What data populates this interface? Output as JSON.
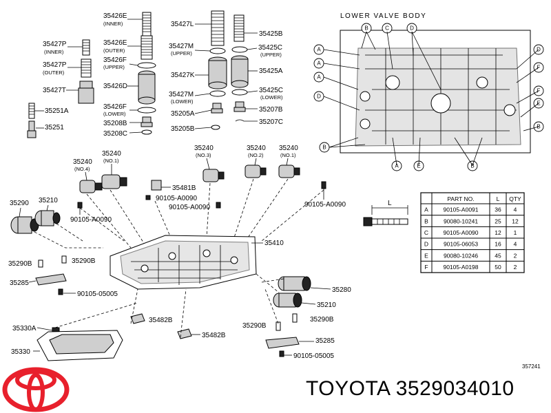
{
  "page_title": "TOYOTA 3529034010",
  "reference_code": "357241",
  "valve_body_view": {
    "title": "LOWER VALVE BODY",
    "callout_letters": [
      "A",
      "B",
      "C",
      "D",
      "E",
      "F"
    ]
  },
  "parts_table": {
    "headers": [
      "PART NO.",
      "L",
      "QTY"
    ],
    "dimension_label": "L",
    "rows": [
      {
        "key": "A",
        "part_no": "90105-A0091",
        "length": "36",
        "qty": "4"
      },
      {
        "key": "B",
        "part_no": "90080-10241",
        "length": "25",
        "qty": "12"
      },
      {
        "key": "C",
        "part_no": "90105-A0090",
        "length": "12",
        "qty": "1"
      },
      {
        "key": "D",
        "part_no": "90105-06053",
        "length": "16",
        "qty": "4"
      },
      {
        "key": "E",
        "part_no": "90080-10246",
        "length": "45",
        "qty": "2"
      },
      {
        "key": "F",
        "part_no": "90105-A0198",
        "length": "50",
        "qty": "2"
      }
    ]
  },
  "part_labels": {
    "p35426E_inner": "35426E",
    "p35426E_inner_sub": "(INNER)",
    "p35427L": "35427L",
    "p35427P_inner": "35427P",
    "p35427P_inner_sub": "(INNER)",
    "p35426E_outer": "35426E",
    "p35426E_outer_sub": "(OUTER)",
    "p35425B": "35425B",
    "p35427M_upper": "35427M",
    "p35427M_upper_sub": "(UPPER)",
    "p35425C_upper": "35425C",
    "p35425C_upper_sub": "(UPPER)",
    "p35426F_upper": "35426F",
    "p35426F_upper_sub": "(UPPER)",
    "p35427P_outer": "35427P",
    "p35427P_outer_sub": "(OUTER)",
    "p35427K": "35427K",
    "p35425A": "35425A",
    "p35427T": "35427T",
    "p35426D": "35426D",
    "p35427M_lower": "35427M",
    "p35427M_lower_sub": "(LOWER)",
    "p35425C_lower": "35425C",
    "p35425C_lower_sub": "(LOWER)",
    "p35426F_lower": "35426F",
    "p35426F_lower_sub": "(LOWER)",
    "p35251A": "35251A",
    "p35205A": "35205A",
    "p35207B": "35207B",
    "p35208B": "35208B",
    "p35207C": "35207C",
    "p35251": "35251",
    "p35208C": "35208C",
    "p35205B": "35205B",
    "p35240_no4": "35240",
    "p35240_no4_sub": "(NO.4)",
    "p35240_no1a": "35240",
    "p35240_no1a_sub": "(NO.1)",
    "p35240_no3": "35240",
    "p35240_no3_sub": "(NO.3)",
    "p35240_no2": "35240",
    "p35240_no2_sub": "(NO.2)",
    "p35240_no1b": "35240",
    "p35240_no1b_sub": "(NO.1)",
    "p35481B": "35481B",
    "b90105A0090_a": "90105-A0090",
    "b90105A0090_b": "90105-A0090",
    "b90105A0090_c": "90105-A0090",
    "b90105A0090_d": "90105-A0090",
    "p35290_a": "35290",
    "p35210_a": "35210",
    "p35410": "35410",
    "p35290B_a": "35290B",
    "p35290B_b": "35290B",
    "p35285_a": "35285",
    "b90105_05005_a": "90105-05005",
    "p35280": "35280",
    "p35210_b": "35210",
    "p35482B_a": "35482B",
    "p35290B_c": "35290B",
    "p35290B_d": "35290B",
    "p35330A": "35330A",
    "p35285_b": "35285",
    "p35482B_b": "35482B",
    "p35330": "35330",
    "b90105_05005_b": "90105-05005"
  },
  "colors": {
    "logo_red": "#e8202c",
    "ink": "#000000"
  }
}
